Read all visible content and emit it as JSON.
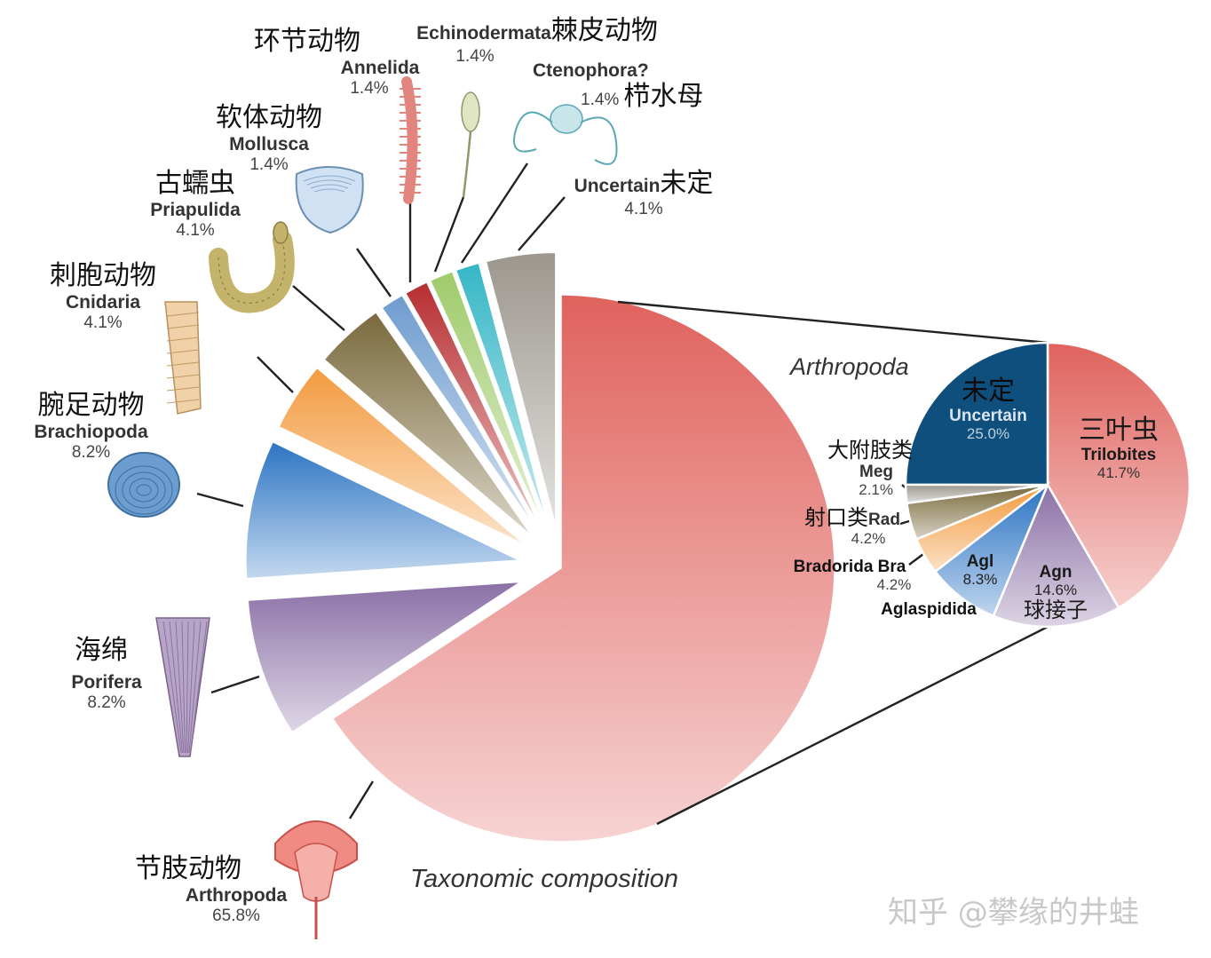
{
  "chart_data": [
    {
      "type": "pie",
      "title": "Taxonomic composition",
      "slices": [
        {
          "key": "arthropoda",
          "cn": "节肢动物",
          "name": "Arthropoda",
          "value": 65.8,
          "pct_label": "65.8%",
          "color": "#e0625d"
        },
        {
          "key": "porifera",
          "cn": "海绵",
          "name": "Porifera",
          "value": 8.2,
          "pct_label": "8.2%",
          "color": "#8a70a6"
        },
        {
          "key": "brachiopoda",
          "cn": "腕足动物",
          "name": "Brachiopoda",
          "value": 8.2,
          "pct_label": "8.2%",
          "color": "#2b74c4"
        },
        {
          "key": "cnidaria",
          "cn": "刺胞动物",
          "name": "Cnidaria",
          "value": 4.1,
          "pct_label": "4.1%",
          "color": "#f39a3e"
        },
        {
          "key": "priapulida",
          "cn": "古蠕虫",
          "name": "Priapulida",
          "value": 4.1,
          "pct_label": "4.1%",
          "color": "#7a6a3c"
        },
        {
          "key": "mollusca",
          "cn": "软体动物",
          "name": "Mollusca",
          "value": 1.4,
          "pct_label": "1.4%",
          "color": "#6e9ccf"
        },
        {
          "key": "annelida",
          "cn": "环节动物",
          "name": "Annelida",
          "value": 1.4,
          "pct_label": "1.4%",
          "color": "#b72d30"
        },
        {
          "key": "echinodermata",
          "cn": "棘皮动物",
          "name": "Echinodermata",
          "value": 1.4,
          "pct_label": "1.4%",
          "color": "#9ecb6a"
        },
        {
          "key": "ctenophora",
          "cn": "栉水母",
          "name": "Ctenophora?",
          "value": 1.4,
          "pct_label": "1.4%",
          "color": "#36b6c6"
        },
        {
          "key": "uncertain",
          "cn": "未定",
          "name": "Uncertain",
          "value": 4.1,
          "pct_label": "4.1%",
          "color": "#9c968e"
        }
      ]
    },
    {
      "type": "pie",
      "title": "Arthropoda",
      "slices": [
        {
          "key": "trilobites",
          "cn": "三叶虫",
          "name": "Trilobites",
          "value": 41.7,
          "pct_label": "41.7%",
          "color": "#e0625d"
        },
        {
          "key": "agn",
          "cn": "球接子",
          "name": "Agn",
          "value": 14.6,
          "pct_label": "14.6%",
          "color": "#8a70a6"
        },
        {
          "key": "agl",
          "cn": "",
          "name": "Agl",
          "full_name": "Aglaspidida",
          "value": 8.3,
          "pct_label": "8.3%",
          "color": "#2b74c4"
        },
        {
          "key": "bra",
          "cn": "",
          "name": "Bradorida Bra",
          "value": 4.2,
          "pct_label": "4.2%",
          "color": "#f39a3e"
        },
        {
          "key": "rad",
          "cn": "射口类",
          "name": "Rad",
          "value": 4.2,
          "pct_label": "4.2%",
          "color": "#7a6a3c"
        },
        {
          "key": "meg",
          "cn": "大附肢类",
          "name": "Meg",
          "value": 2.1,
          "pct_label": "2.1%",
          "color": "#9c968e"
        },
        {
          "key": "uncertain",
          "cn": "未定",
          "name": "Uncertain",
          "value": 25.0,
          "pct_label": "25.0%",
          "color": "#0e4f7d"
        }
      ]
    }
  ],
  "watermark": "知乎 @攀缘的井蛙"
}
